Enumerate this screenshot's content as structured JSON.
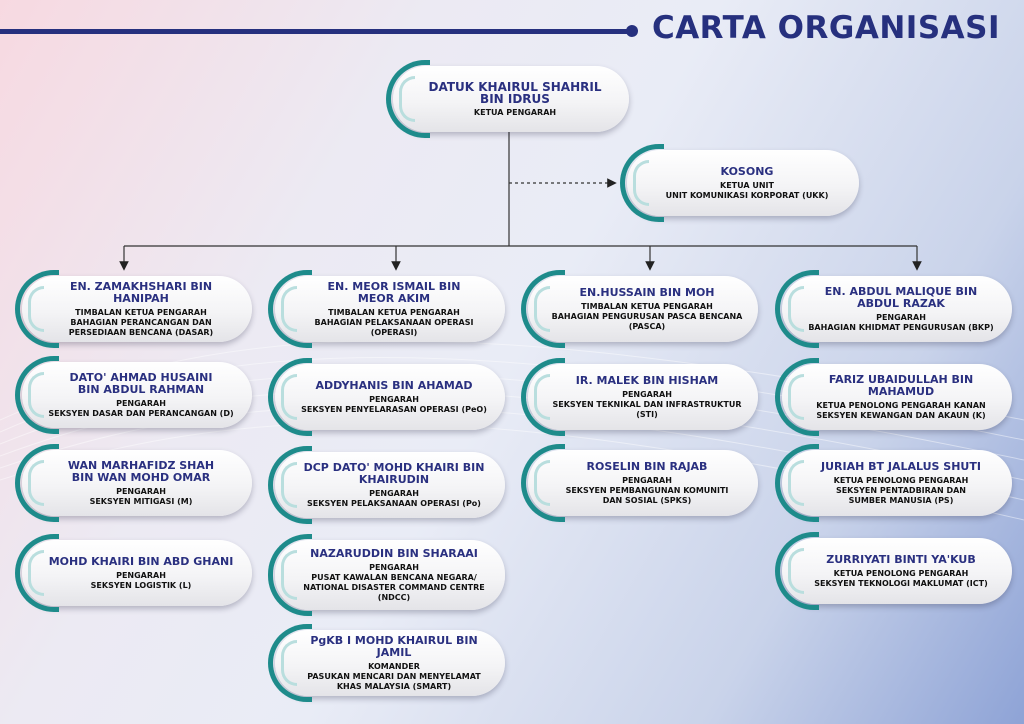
{
  "title": "CARTA ORGANISASI",
  "top": {
    "name": "DATUK KHAIRUL SHAHRIL BIN IDRUS",
    "role": "KETUA PENGARAH"
  },
  "ukk": {
    "name": "KOSONG",
    "role": "KETUA UNIT\nUNIT KOMUNIKASI KORPORAT (UKK)"
  },
  "columns": [
    [
      {
        "name": "EN. ZAMAKHSHARI BIN HANIPAH",
        "role": "TIMBALAN KETUA PENGARAH\nBAHAGIAN PERANCANGAN DAN\nPERSEDIAAN BENCANA (DASAR)"
      },
      {
        "name": "DATO' AHMAD HUSAINI\nBIN ABDUL RAHMAN",
        "role": "PENGARAH\nSEKSYEN DASAR DAN PERANCANGAN (D)"
      },
      {
        "name": "WAN MARHAFIDZ SHAH\nBIN WAN MOHD OMAR",
        "role": "PENGARAH\nSEKSYEN MITIGASI (M)"
      },
      {
        "name": "MOHD KHAIRI BIN ABD GHANI",
        "role": "PENGARAH\nSEKSYEN LOGISTIK (L)"
      }
    ],
    [
      {
        "name": "EN. MEOR ISMAIL BIN\nMEOR AKIM",
        "role": "TIMBALAN KETUA PENGARAH\nBAHAGIAN PELAKSANAAN OPERASI\n(OPERASI)"
      },
      {
        "name": "ADDYHANIS BIN AHAMAD",
        "role": "PENGARAH\nSEKSYEN PENYELARASAN OPERASI (PeO)"
      },
      {
        "name": "DCP DATO' MOHD KHAIRI BIN KHAIRUDIN",
        "role": "PENGARAH\nSEKSYEN PELAKSANAAN OPERASI (Po)"
      },
      {
        "name": "NAZARUDDIN BIN SHARAAI",
        "role": "PENGARAH\nPUSAT KAWALAN BENCANA NEGARA/\nNATIONAL DISASTER COMMAND CENTRE\n(NDCC)"
      },
      {
        "name": "PgKB I MOHD KHAIRUL BIN JAMIL",
        "role": "KOMANDER\nPASUKAN MENCARI DAN MENYELAMAT\nKHAS MALAYSIA (SMART)"
      }
    ],
    [
      {
        "name": "EN.HUSSAIN BIN MOH",
        "role": "TIMBALAN KETUA PENGARAH\nBAHAGIAN PENGURUSAN PASCA BENCANA\n(PASCA)"
      },
      {
        "name": "IR. MALEK BIN HISHAM",
        "role": "PENGARAH\nSEKSYEN TEKNIKAL DAN INFRASTRUKTUR (STI)"
      },
      {
        "name": "ROSELIN BIN RAJAB",
        "role": "PENGARAH\nSEKSYEN PEMBANGUNAN KOMUNITI\nDAN SOSIAL (SPKS)"
      }
    ],
    [
      {
        "name": "EN. ABDUL MALIQUE BIN\nABDUL RAZAK",
        "role": "PENGARAH\nBAHAGIAN KHIDMAT PENGURUSAN (BKP)"
      },
      {
        "name": "FARIZ UBAIDULLAH BIN MAHAMUD",
        "role": "KETUA PENOLONG PENGARAH KANAN\nSEKSYEN KEWANGAN DAN AKAUN (K)"
      },
      {
        "name": "JURIAH BT JALALUS SHUTI",
        "role": "KETUA PENOLONG PENGARAH\nSEKSYEN PENTADBIRAN DAN\nSUMBER MANUSIA (PS)"
      },
      {
        "name": "ZURRIYATI BINTI YA'KUB",
        "role": "KETUA PENOLONG PENGARAH\nSEKSYEN TEKNOLOGI MAKLUMAT (ICT)"
      }
    ]
  ]
}
